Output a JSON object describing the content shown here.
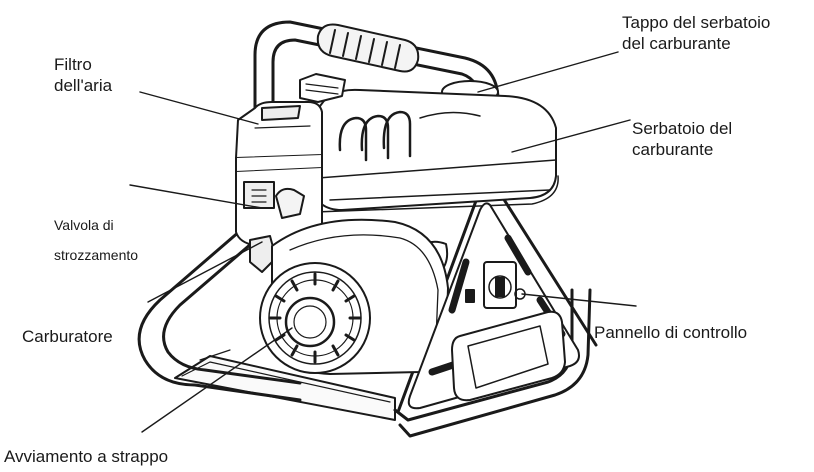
{
  "labels": {
    "fuel_cap": {
      "line1": "Tappo del serbatoio",
      "line2": "del carburante"
    },
    "air_filter": {
      "line1": "Filtro",
      "line2": "dell'aria"
    },
    "fuel_tank": {
      "line1": "Serbatoio del",
      "line2": "carburante"
    },
    "choke": {
      "line1": "Valvola di",
      "line2": "strozzamento"
    },
    "carburetor": "Carburatore",
    "control_panel": "Pannello di controllo",
    "recoil_start": "Avviamento a strappo"
  },
  "colors": {
    "line": "#1a1a1a",
    "text": "#1a1a1a",
    "background": "#ffffff"
  }
}
